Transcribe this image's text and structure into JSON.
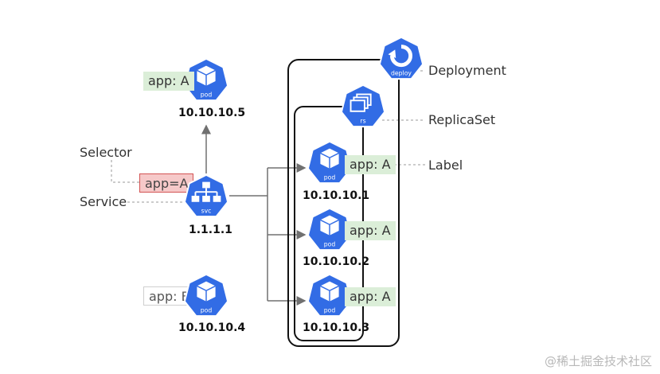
{
  "nodes": {
    "deploy": {
      "label": "deploy",
      "caption": "Deployment"
    },
    "rs": {
      "label": "rs",
      "caption": "ReplicaSet"
    },
    "svc": {
      "label": "svc",
      "ip": "1.1.1.1",
      "caption": "Service",
      "selector_caption": "Selector",
      "selector": "app=A"
    },
    "pod_top": {
      "label": "pod",
      "ip": "10.10.10.5",
      "tag": "app: A"
    },
    "pod_b": {
      "label": "pod",
      "ip": "10.10.10.4",
      "tag": "app: B"
    },
    "pod1": {
      "label": "pod",
      "ip": "10.10.10.1",
      "tag": "app: A",
      "caption": "Label"
    },
    "pod2": {
      "label": "pod",
      "ip": "10.10.10.2",
      "tag": "app: A"
    },
    "pod3": {
      "label": "pod",
      "ip": "10.10.10.3",
      "tag": "app: A"
    }
  },
  "watermark": "@稀土掘金技术社区",
  "colors": {
    "k8s_blue": "#326ce5",
    "label_green": "#dbeed8",
    "selector_red": "#f6c9c9",
    "selector_border": "#d35454",
    "line": "#707070"
  }
}
